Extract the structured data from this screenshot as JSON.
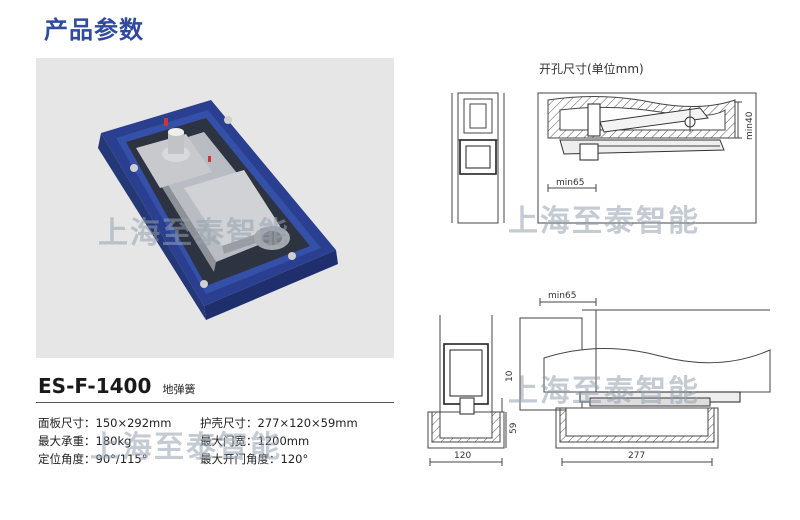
{
  "page_title": "产品参数",
  "product": {
    "model": "ES-F-1400",
    "type_name": "地弹簧"
  },
  "specs": [
    {
      "left": "面板尺寸：150×292mm",
      "right": "护壳尺寸：277×120×59mm"
    },
    {
      "left": "最大承重：180kg",
      "right": "最大门宽：1200mm"
    },
    {
      "left": "定位角度：90°/115°",
      "right": "最大开门角度：120°"
    }
  ],
  "diagram": {
    "hole_title": "开孔尺寸(单位mm)",
    "labels": {
      "min40": "min40",
      "min65_top": "min65",
      "min65_bottom": "min65",
      "d10": "10",
      "d59": "59",
      "d120": "120",
      "d277": "277"
    }
  },
  "watermark": "上海至泰智能",
  "colors": {
    "title": "#2f4a9e",
    "device_blue": "#2a3f8f",
    "photo_bg": "#e6e6e6"
  }
}
